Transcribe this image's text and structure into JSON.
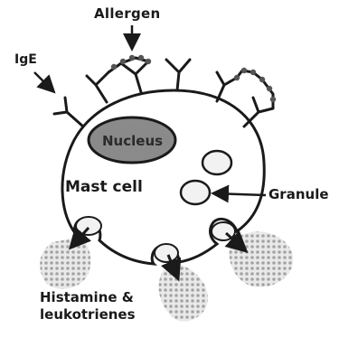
{
  "labels": {
    "allergen": "Allergen",
    "ige": "IgE",
    "nucleus": "Nucleus",
    "mast_cell": "Mast cell",
    "granule": "Granule",
    "histamine_line1": "Histamine &",
    "histamine_line2": "leukotrienes"
  },
  "colors": {
    "outline": "#1a1a1a",
    "nucleus_fill": "#8a8a8a",
    "granule_fill": "#f2f2f2",
    "cloud_fill": "#d6d6d6",
    "background": "#ffffff"
  }
}
